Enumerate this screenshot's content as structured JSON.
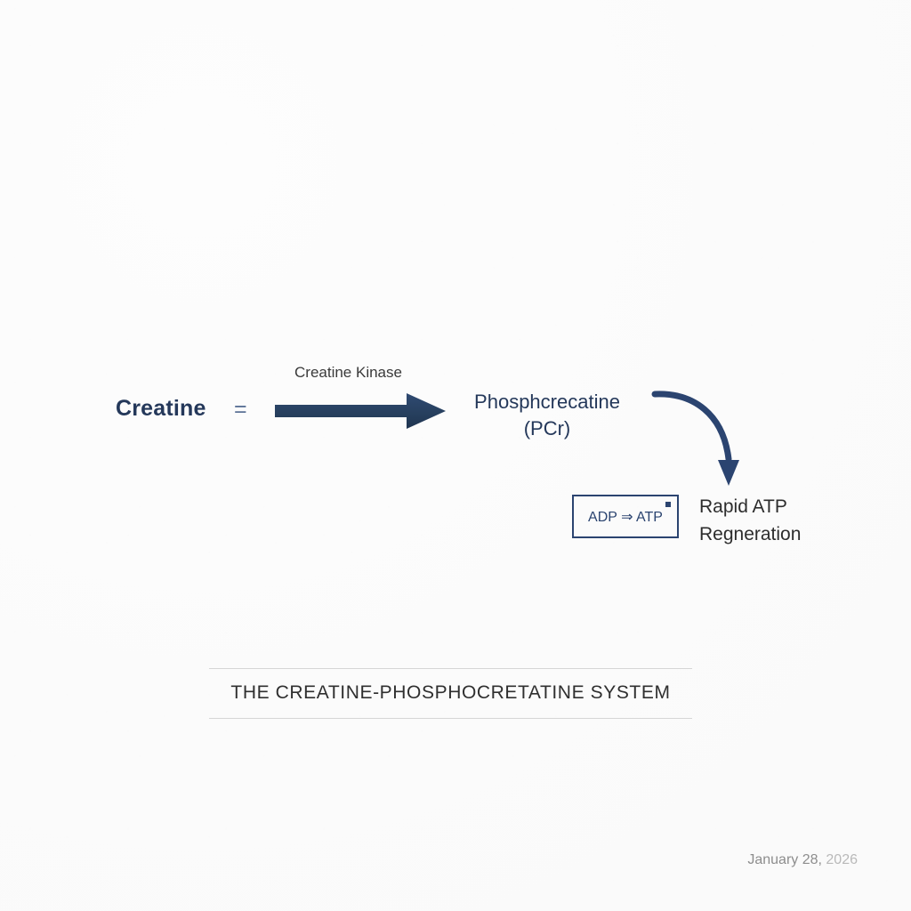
{
  "diagram": {
    "reactant": "Creatine",
    "equals": "=",
    "enzyme_label": "Creatine Kinase",
    "product_line1": "Phosphcrecatine",
    "product_line2": "(PCr)",
    "energy_box": "ADP ⇒ ATP",
    "outcome_line1": "Rapid ATP",
    "outcome_line2": "Regneration"
  },
  "footer": {
    "title": "THE CREATINE-PHOSPHOCRETATINE SYSTEM",
    "date_month_day": "January 28,",
    "date_year": "2026"
  },
  "colors": {
    "navy": "#24385a",
    "arrow_navy": "#2b4470",
    "equals_blue": "#5b7296",
    "body_gray": "#2d2d2d",
    "rule_gray": "#d6d6d6",
    "date_gray": "#8d8d8d",
    "background": "#fcfcfc"
  },
  "icons": {
    "straight_arrow": "arrow-right-icon",
    "curved_arrow": "arrow-curve-down-right-icon",
    "box_corner_dot": "square-dot-icon"
  }
}
